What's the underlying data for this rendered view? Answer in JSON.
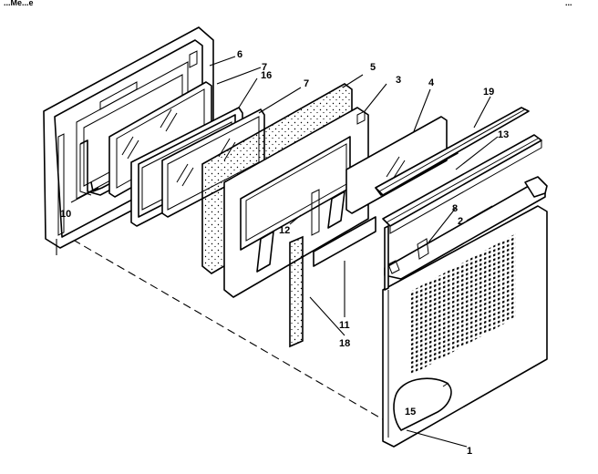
{
  "header": {
    "left": "...Me...e",
    "right": "..."
  },
  "callouts": {
    "p1": "1",
    "p2": "2",
    "p3": "3",
    "p4": "4",
    "p5": "5",
    "p6": "6",
    "p7a": "7",
    "p7b": "7",
    "p8": "8",
    "p10": "10",
    "p11": "11",
    "p12": "12",
    "p13": "13",
    "p15": "15",
    "p16": "16",
    "p18": "18",
    "p19": "19"
  }
}
